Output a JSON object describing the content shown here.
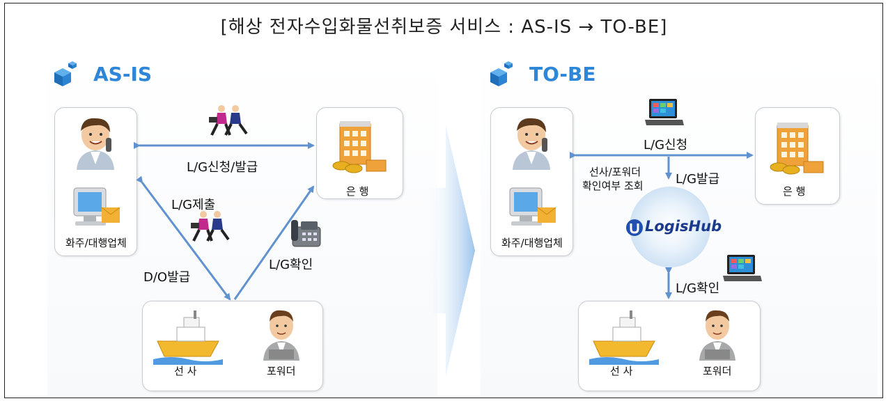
{
  "title": "[해상 전자수입화물선취보증 서비스 : AS-IS → TO-BE]",
  "asis": {
    "heading": "AS-IS",
    "shipper_label": "화주/대행업체",
    "bank_label": "은 행",
    "carrier_label": "선 사",
    "forwarder_label": "포워더",
    "lg_issue": "L/G신청/발급",
    "lg_submit": "L/G제출",
    "do_issue": "D/O발급",
    "lg_confirm": "L/G확인"
  },
  "tobe": {
    "heading": "TO-BE",
    "shipper_label": "화주/대행업체",
    "bank_label": "은 행",
    "carrier_label": "선 사",
    "forwarder_label": "포워더",
    "lg_request": "L/G신청",
    "lg_issue": "L/G발급",
    "check_line1": "선사/포워더",
    "check_line2": "확인여부 조회",
    "hub_logo": "LogisHub",
    "lg_confirm": "L/G확인"
  },
  "colors": {
    "accent": "#2e86d8",
    "arrow": "#5f92cf",
    "border": "#c9ccd0"
  }
}
